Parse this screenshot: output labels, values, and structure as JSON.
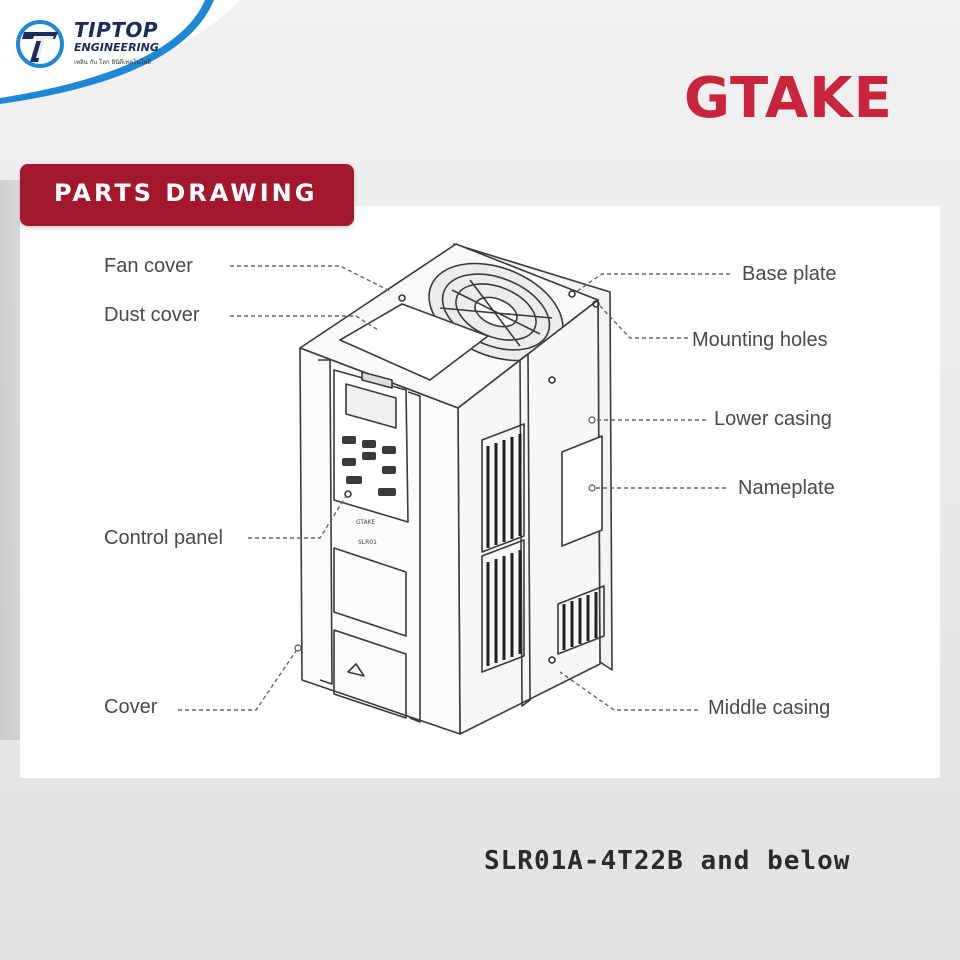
{
  "brand": {
    "distributor_name": "TIPTOP",
    "distributor_sub": "ENGINEERING",
    "distributor_tagline": "เพลิน กับ โลก อินิตีเทคโนโลยี",
    "manufacturer": "GTAKE"
  },
  "section_title": "PARTS DRAWING",
  "device_text": {
    "brand": "GTAKE",
    "model": "SLR01"
  },
  "labels": {
    "fan_cover": "Fan cover",
    "dust_cover": "Dust cover",
    "control_panel": "Control panel",
    "cover": "Cover",
    "base_plate": "Base plate",
    "mounting_holes": "Mounting holes",
    "lower_casing": "Lower casing",
    "nameplate": "Nameplate",
    "middle_casing": "Middle casing"
  },
  "model_caption": "SLR01A-4T22B and below",
  "colors": {
    "brand_red": "#c8243b",
    "badge_red": "#a4182d",
    "navy": "#1b2c5c",
    "accent_blue": "#1e88d6"
  }
}
